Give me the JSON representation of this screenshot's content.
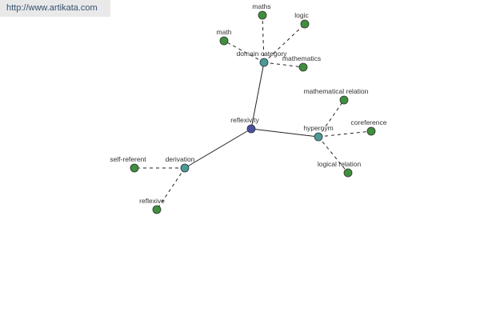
{
  "site": {
    "link_text": "http://www.artikata.com"
  },
  "colors": {
    "center": "#4a50a0",
    "hub": "#4a9a96",
    "leaf": "#3f8f3c",
    "node_stroke": "#333333",
    "edge": "#222222"
  },
  "graph": {
    "nodes": [
      {
        "id": "reflexivity",
        "label": "reflexivity",
        "kind": "center"
      },
      {
        "id": "domain_category",
        "label": "domain category",
        "kind": "hub"
      },
      {
        "id": "hypernym",
        "label": "hypernym",
        "kind": "hub"
      },
      {
        "id": "derivation",
        "label": "derivation",
        "kind": "hub"
      },
      {
        "id": "maths",
        "label": "maths",
        "kind": "leaf"
      },
      {
        "id": "logic",
        "label": "logic",
        "kind": "leaf"
      },
      {
        "id": "math",
        "label": "math",
        "kind": "leaf"
      },
      {
        "id": "mathematics",
        "label": "mathematics",
        "kind": "leaf"
      },
      {
        "id": "mathematical_relation",
        "label": "mathematical relation",
        "kind": "leaf"
      },
      {
        "id": "coreference",
        "label": "coreference",
        "kind": "leaf"
      },
      {
        "id": "logical_relation",
        "label": "logical relation",
        "kind": "leaf"
      },
      {
        "id": "self_referent",
        "label": "self-referent",
        "kind": "leaf"
      },
      {
        "id": "reflexive",
        "label": "reflexive",
        "kind": "leaf"
      }
    ],
    "edges": [
      {
        "from": "reflexivity",
        "to": "domain_category",
        "style": "solid"
      },
      {
        "from": "reflexivity",
        "to": "hypernym",
        "style": "solid"
      },
      {
        "from": "reflexivity",
        "to": "derivation",
        "style": "solid"
      },
      {
        "from": "domain_category",
        "to": "maths",
        "style": "dashed"
      },
      {
        "from": "domain_category",
        "to": "logic",
        "style": "dashed"
      },
      {
        "from": "domain_category",
        "to": "math",
        "style": "dashed"
      },
      {
        "from": "domain_category",
        "to": "mathematics",
        "style": "dashed"
      },
      {
        "from": "hypernym",
        "to": "mathematical_relation",
        "style": "dashed"
      },
      {
        "from": "hypernym",
        "to": "coreference",
        "style": "dashed"
      },
      {
        "from": "hypernym",
        "to": "logical_relation",
        "style": "dashed"
      },
      {
        "from": "derivation",
        "to": "self_referent",
        "style": "dashed"
      },
      {
        "from": "derivation",
        "to": "reflexive",
        "style": "dashed"
      }
    ]
  }
}
